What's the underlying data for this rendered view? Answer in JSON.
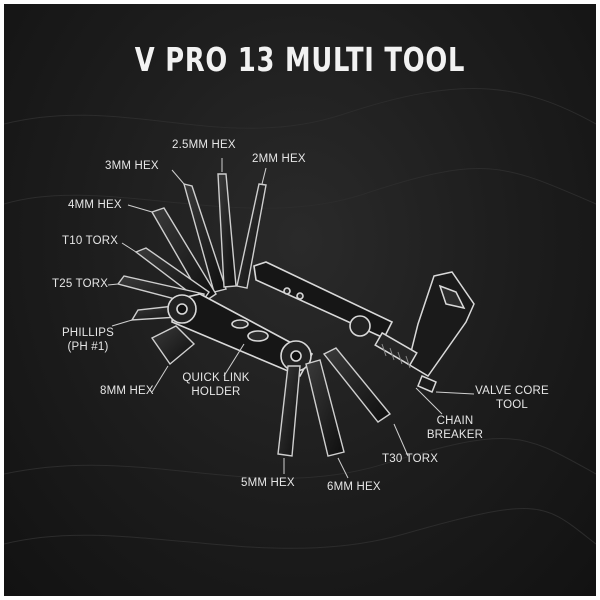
{
  "title": "V PRO 13 MULTI TOOL",
  "labels": {
    "hex_2_5": "2.5MM HEX",
    "hex_3": "3MM HEX",
    "hex_2": "2MM HEX",
    "hex_4": "4MM HEX",
    "t10": "T10 TORX",
    "t25": "T25 TORX",
    "phillips_1": "PHILLIPS",
    "phillips_2": "(PH #1)",
    "hex_8": "8MM HEX",
    "quick_link_1": "QUICK LINK",
    "quick_link_2": "HOLDER",
    "valve_core_1": "VALVE CORE",
    "valve_core_2": "TOOL",
    "chain_1": "CHAIN",
    "chain_2": "BREAKER",
    "t30": "T30 TORX",
    "hex_5": "5MM HEX",
    "hex_6": "6MM HEX"
  },
  "colors": {
    "background": "#1c1c1c",
    "line": "#d9d9d9",
    "text": "#e6e6e6"
  }
}
